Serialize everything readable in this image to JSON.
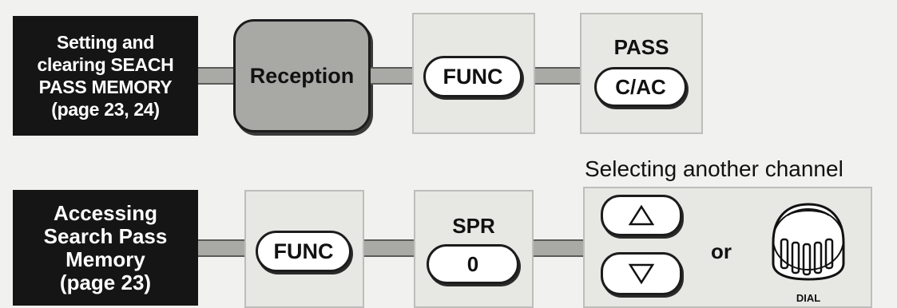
{
  "rows": [
    {
      "title_lines": [
        "Setting and",
        "clearing SEACH",
        "PASS MEMORY",
        "(page 23, 24)"
      ],
      "reception_label": "Reception",
      "func_key": "FUNC",
      "pass_label": "PASS",
      "pass_key": "C/AC"
    },
    {
      "title_lines": [
        "Accessing",
        "Search Pass",
        "Memory",
        "(page 23)"
      ],
      "func_key": "FUNC",
      "spr_label": "SPR",
      "spr_key": "0",
      "caption": "Selecting another channel",
      "or_text": "or",
      "dial_label": "DIAL",
      "up_icon": "up-triangle-icon",
      "down_icon": "down-triangle-icon"
    }
  ]
}
